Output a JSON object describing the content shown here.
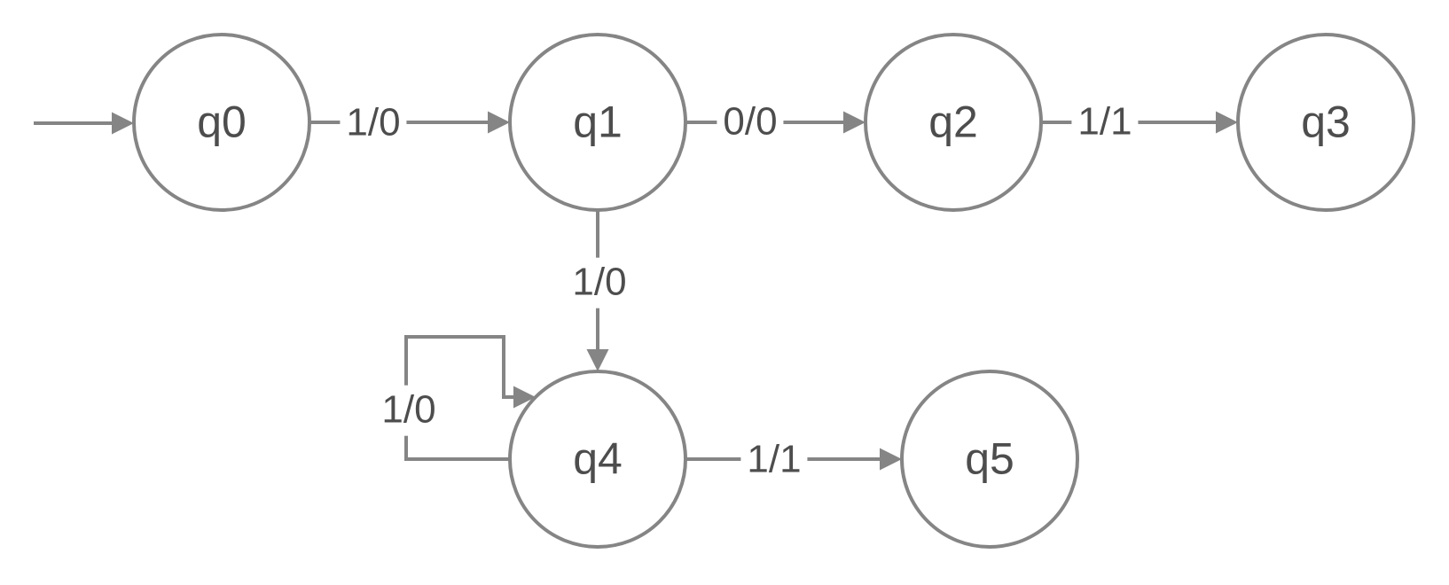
{
  "diagram": {
    "type": "state-machine",
    "states": [
      {
        "id": "q0",
        "label": "q0"
      },
      {
        "id": "q1",
        "label": "q1"
      },
      {
        "id": "q2",
        "label": "q2"
      },
      {
        "id": "q3",
        "label": "q3"
      },
      {
        "id": "q4",
        "label": "q4"
      },
      {
        "id": "q5",
        "label": "q5"
      }
    ],
    "transitions": [
      {
        "from": "start",
        "to": "q0",
        "label": ""
      },
      {
        "from": "q0",
        "to": "q1",
        "label": "1/0"
      },
      {
        "from": "q1",
        "to": "q2",
        "label": "0/0"
      },
      {
        "from": "q2",
        "to": "q3",
        "label": "1/1"
      },
      {
        "from": "q1",
        "to": "q4",
        "label": "1/0"
      },
      {
        "from": "q4",
        "to": "q4",
        "label": "1/0"
      },
      {
        "from": "q4",
        "to": "q5",
        "label": "1/1"
      }
    ],
    "colors": {
      "stroke": "#858585",
      "text": "#4d4d4d",
      "background": "#ffffff"
    }
  }
}
